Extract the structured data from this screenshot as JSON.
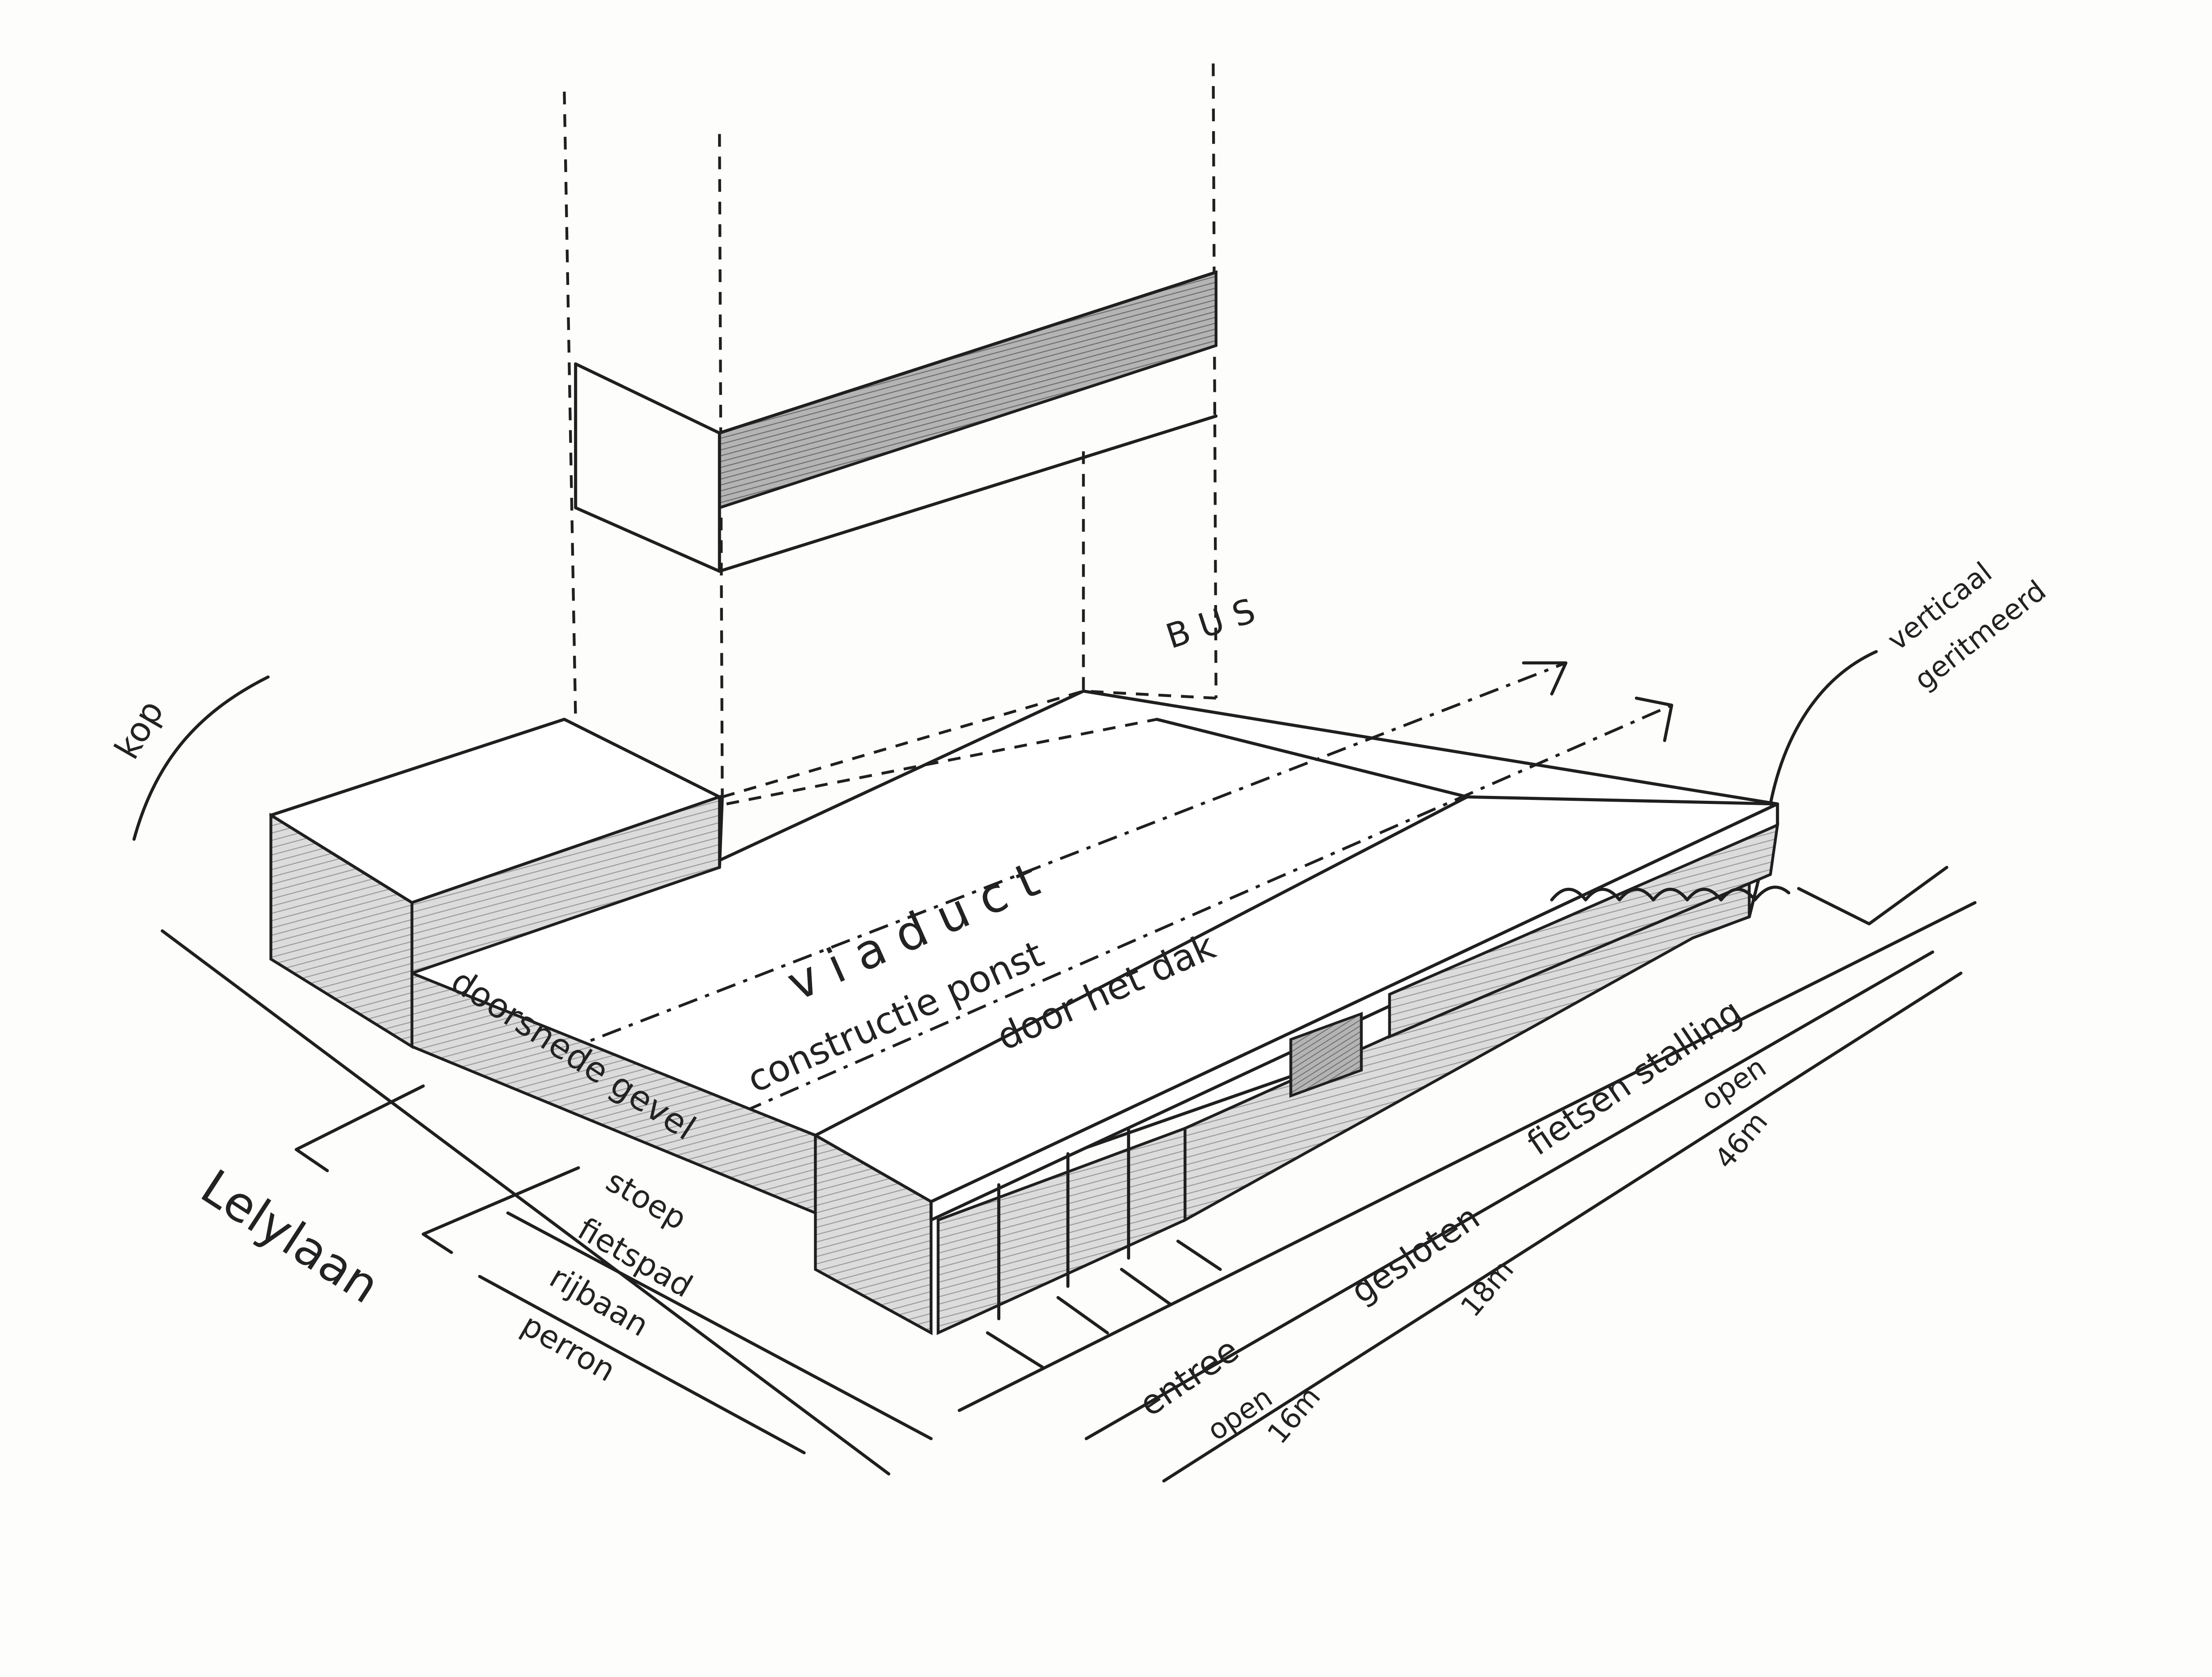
{
  "diagram": {
    "type": "hand-drawn isometric architectural sketch",
    "colors": {
      "ink": "#1f1f1f",
      "paper": "#fdfdfb",
      "shading": "#b8b8b8"
    },
    "labels": {
      "bus": "B U S",
      "kop": "kop",
      "viaduct": "v i a d u c t",
      "constructie": "constructie ponst",
      "door_het_dak": "door het dak",
      "doorsnede_gevel": "doorsnede gevel",
      "lelylaan": "Lelylaan",
      "stoep": "stoep",
      "fietspad": "fietspad",
      "rijbaan": "rijbaan",
      "perron": "perron",
      "entree": "entree",
      "gesloten": "gesloten",
      "fietsenstalling": "fietsen stalling",
      "open_1": "open",
      "open_2": "open",
      "dim_16": "16m",
      "dim_18": "18m",
      "dim_46": "46m",
      "verticaal": "verticaal",
      "geritmeerd": "geritmeerd"
    }
  }
}
